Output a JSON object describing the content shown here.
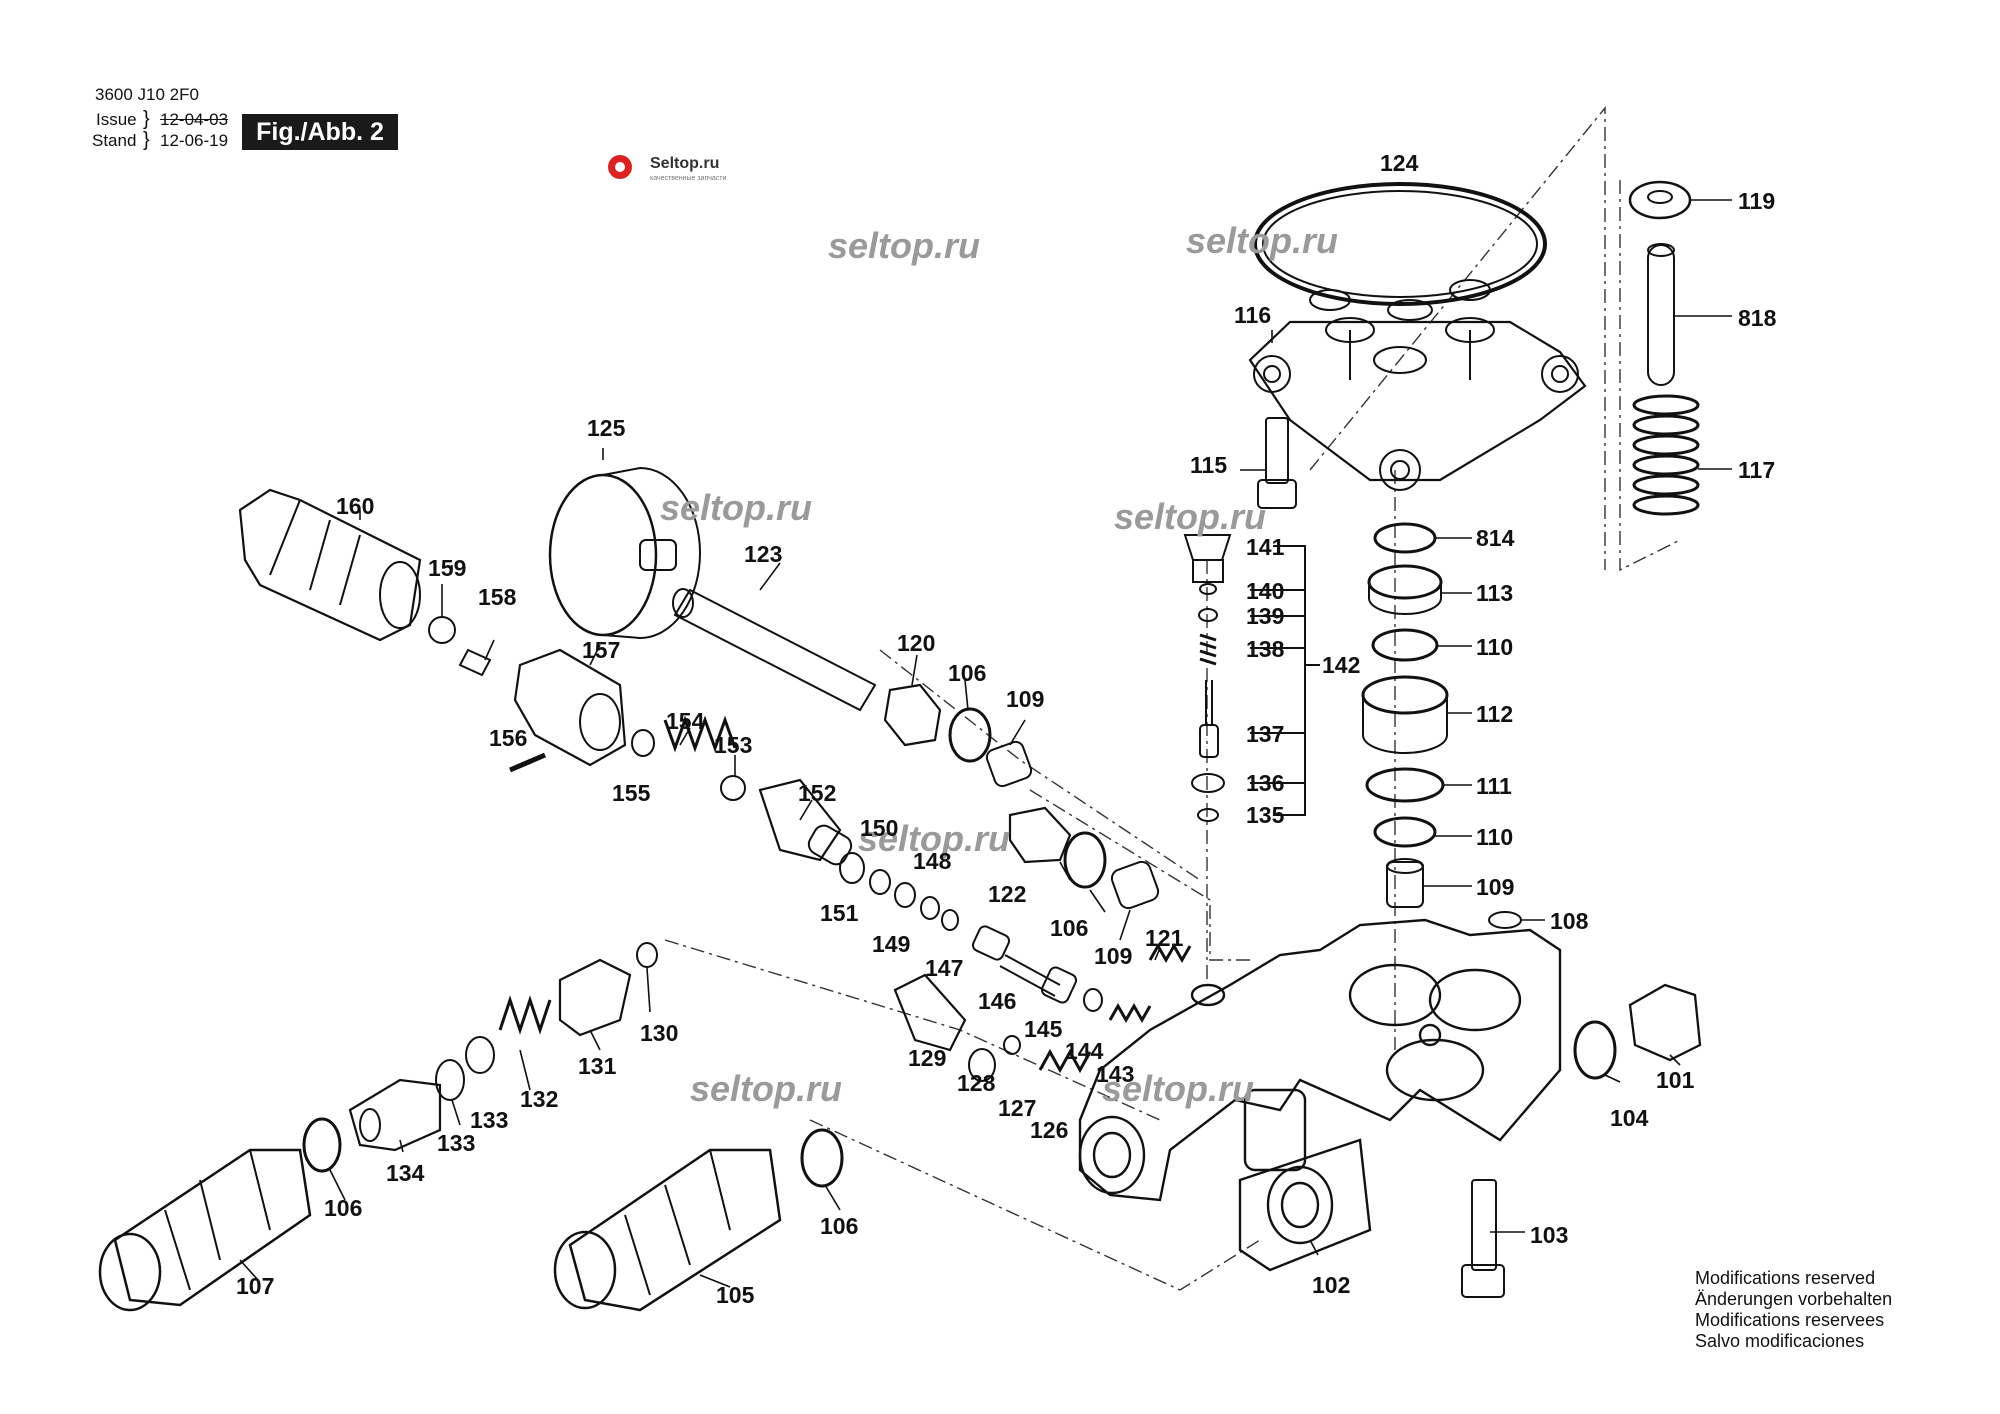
{
  "header": {
    "doc_number": "3600 J10 2F0",
    "issue_label": "Issue",
    "issue_date": "12-04-03",
    "stand_label": "Stand",
    "stand_date": "12-06-19",
    "fig_label": "Fig./Abb. 2"
  },
  "logo": {
    "name": "Seltop.ru",
    "tagline": "качественные запчасти"
  },
  "watermark": "seltop.ru",
  "part_labels": [
    "124",
    "119",
    "116",
    "818",
    "125",
    "115",
    "117",
    "160",
    "814",
    "141",
    "140",
    "139",
    "138",
    "113",
    "110",
    "142",
    "112",
    "137",
    "136",
    "111",
    "135",
    "159",
    "158",
    "123",
    "157",
    "120",
    "106",
    "109",
    "154",
    "153",
    "156",
    "155",
    "152",
    "150",
    "148",
    "122",
    "151",
    "149",
    "147",
    "146",
    "145",
    "144",
    "143",
    "128",
    "127",
    "126",
    "129",
    "121",
    "108",
    "130",
    "131",
    "132",
    "133",
    "134",
    "107",
    "105",
    "102",
    "103",
    "104",
    "101"
  ],
  "footer": {
    "line1": "Modifications reserved",
    "line2": "Änderungen vorbehalten",
    "line3": "Modifications reservees",
    "line4": "Salvo modificaciones"
  }
}
